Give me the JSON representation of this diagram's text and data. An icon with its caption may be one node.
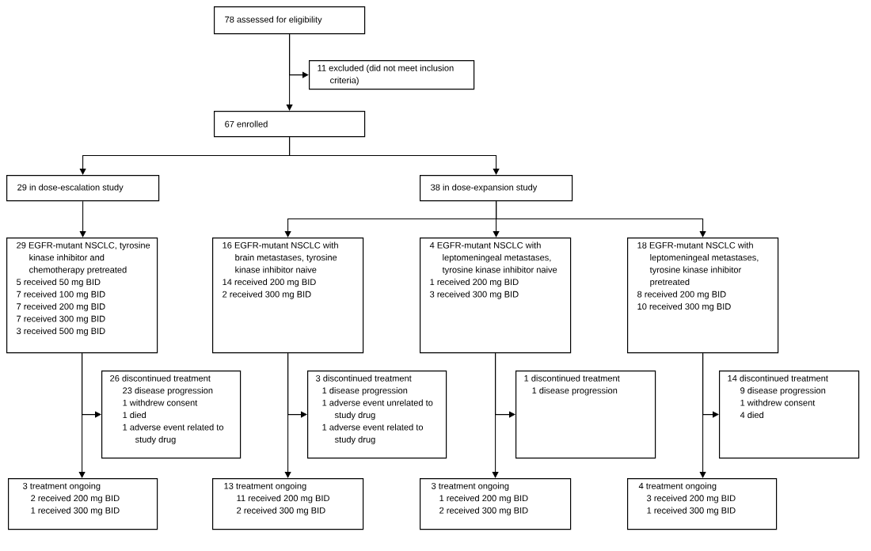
{
  "diagram": {
    "nodes": [
      {
        "text": [
          "78 assessed for eligibility"
        ]
      },
      {
        "text": [
          "11 excluded (did not meet inclusion criteria)"
        ]
      },
      {
        "text": [
          "67 enrolled"
        ]
      },
      {
        "text": [
          "29 in dose-escalation study"
        ]
      },
      {
        "text": [
          "38 in dose-expansion study"
        ]
      },
      {
        "text": [
          "29 EGFR-mutant NSCLC, tyrosine kinase inhibitor and chemotherapy pretreated",
          "5 received 50 mg BID",
          "7 received 100 mg BID",
          "7 received 200 mg BID",
          "7 received 300 mg BID",
          "3 received 500 mg BID"
        ]
      },
      {
        "text": [
          "16 EGFR-mutant NSCLC with brain metastases, tyrosine kinase inhibitor naive",
          "14 received 200 mg BID",
          "2 received 300 mg BID"
        ]
      },
      {
        "text": [
          "4 EGFR-mutant NSCLC with leptomeningeal metastases, tyrosine kinase inhibitor naive",
          "1 received 200 mg BID",
          "3 received 300 mg BID"
        ]
      },
      {
        "text": [
          "18 EGFR-mutant NSCLC with leptomeningeal metastases, tyrosine kinase inhibitor pretreated",
          "8 received 200 mg BID",
          "10 received 300 mg BID"
        ]
      },
      {
        "text": [
          "26 discontinued treatment",
          "23 disease progression",
          "1 withdrew consent",
          "1 died",
          "1 adverse event related to study drug"
        ]
      },
      {
        "text": [
          "3 discontinued treatment",
          "1 disease progression",
          "1 adverse event unrelated to study drug",
          "1 adverse event related to study drug"
        ]
      },
      {
        "text": [
          "1 discontinued treatment",
          "1 disease progression"
        ]
      },
      {
        "text": [
          "14 discontinued treatment",
          "9 disease progression",
          "1 withdrew consent",
          "4 died"
        ]
      },
      {
        "text": [
          "3 treatment ongoing",
          "2 received 200 mg BID",
          "1 received 300 mg BID"
        ]
      },
      {
        "text": [
          "13 treatment ongoing",
          "11 received 200 mg BID",
          "2 received 300 mg BID"
        ]
      },
      {
        "text": [
          "3 treatment ongoing",
          "1 received 200 mg BID",
          "2 received 300 mg BID"
        ]
      },
      {
        "text": [
          "4 treatment ongoing",
          "3 received 200 mg BID",
          "1 received 300 mg BID"
        ]
      }
    ],
    "edges": [
      {
        "from": 0,
        "to": 1,
        "arrow": "to"
      },
      {
        "from": 0,
        "to": 2,
        "arrow": "to"
      },
      {
        "from": 2,
        "to": 3,
        "arrow": "to"
      },
      {
        "from": 2,
        "to": 4,
        "arrow": "to"
      },
      {
        "from": 3,
        "to": 5,
        "arrow": "to"
      },
      {
        "from": 4,
        "to": 6,
        "arrow": "to"
      },
      {
        "from": 4,
        "to": 7,
        "arrow": "to"
      },
      {
        "from": 4,
        "to": 8,
        "arrow": "to"
      },
      {
        "from": 5,
        "to": 9,
        "arrow": "to"
      },
      {
        "from": 5,
        "to": 13,
        "arrow": "to"
      },
      {
        "from": 6,
        "to": 10,
        "arrow": "to"
      },
      {
        "from": 6,
        "to": 14,
        "arrow": "to"
      },
      {
        "from": 7,
        "to": 11,
        "arrow": "to"
      },
      {
        "from": 7,
        "to": 15,
        "arrow": "to"
      },
      {
        "from": 8,
        "to": 12,
        "arrow": "to"
      },
      {
        "from": 8,
        "to": 16,
        "arrow": "to"
      }
    ]
  }
}
